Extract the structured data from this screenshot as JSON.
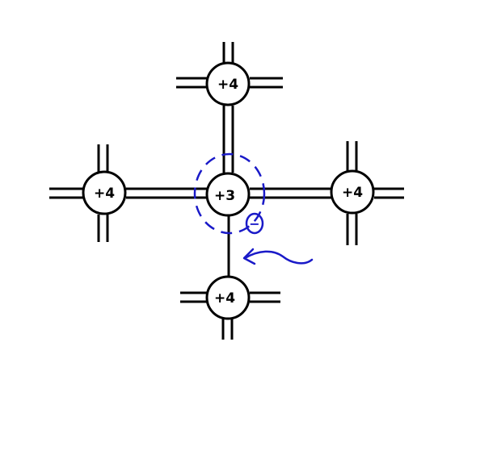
{
  "atoms": {
    "top": "+4",
    "left": "+4",
    "center": "+3",
    "right": "+4",
    "bottom": "+4"
  },
  "annotation": {
    "charge_symbol": "−",
    "color": "#1a1ac8"
  },
  "colors": {
    "line": "#000000",
    "background": "#ffffff"
  }
}
